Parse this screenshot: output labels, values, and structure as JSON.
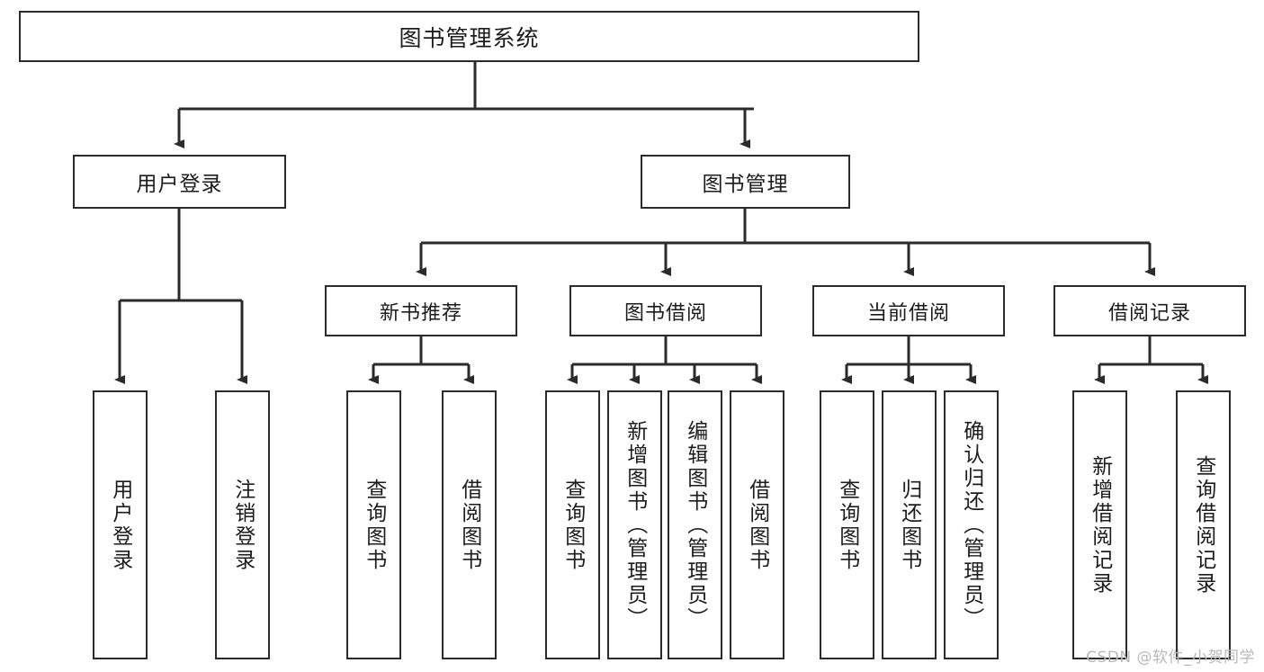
{
  "diagram": {
    "title": "图书管理系统",
    "type": "hierarchy-tree",
    "watermark": "CSDN @软件_小贺同学",
    "root": {
      "label": "图书管理系统"
    },
    "level2": [
      {
        "label": "用户登录"
      },
      {
        "label": "图书管理"
      }
    ],
    "level3": [
      {
        "label": "新书推荐"
      },
      {
        "label": "图书借阅"
      },
      {
        "label": "当前借阅"
      },
      {
        "label": "借阅记录"
      }
    ],
    "leaves": {
      "user_login": [
        {
          "label": "用户登录"
        },
        {
          "label": "注销登录"
        }
      ],
      "new_book_recommend": [
        {
          "label": "查询图书"
        },
        {
          "label": "借阅图书"
        }
      ],
      "book_borrow": [
        {
          "label": "查询图书"
        },
        {
          "label": "新增图书（管理员）"
        },
        {
          "label": "编辑图书（管理员）"
        },
        {
          "label": "借阅图书"
        }
      ],
      "current_borrow": [
        {
          "label": "查询图书"
        },
        {
          "label": "归还图书"
        },
        {
          "label": "确认归还（管理员）"
        }
      ],
      "borrow_record": [
        {
          "label": "新增借阅记录"
        },
        {
          "label": "查询借阅记录"
        }
      ]
    },
    "colors": {
      "stroke": "#2b2b2b",
      "fill": "#ffffff",
      "text": "#1c1c1c",
      "watermark": "#b9b9b9"
    }
  }
}
